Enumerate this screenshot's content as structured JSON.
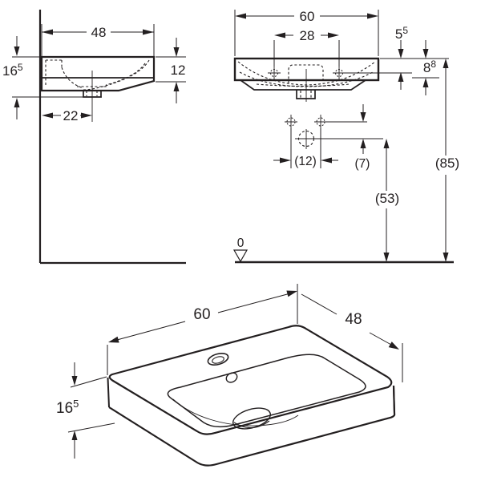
{
  "drawing": {
    "kind": "washbasin dimensional drawing",
    "line_color": "#231f20",
    "background": "#ffffff"
  },
  "side_view": {
    "width_48": "48",
    "height_16_base": "16",
    "height_16_sup": "5",
    "depth_12": "12",
    "drain_22": "22"
  },
  "front_view": {
    "width_60": "60",
    "taps_28": "28",
    "dim_5_base": "5",
    "dim_5_sup": "5",
    "dim_8_base": "8",
    "dim_8_sup": "8",
    "holes_12": "(12)",
    "holes_7": "(7)",
    "drain_53": "(53)",
    "rim_85": "(85)",
    "datum_0": "0"
  },
  "iso_view": {
    "width_60": "60",
    "depth_48": "48",
    "height_16_base": "16",
    "height_16_sup": "5"
  }
}
